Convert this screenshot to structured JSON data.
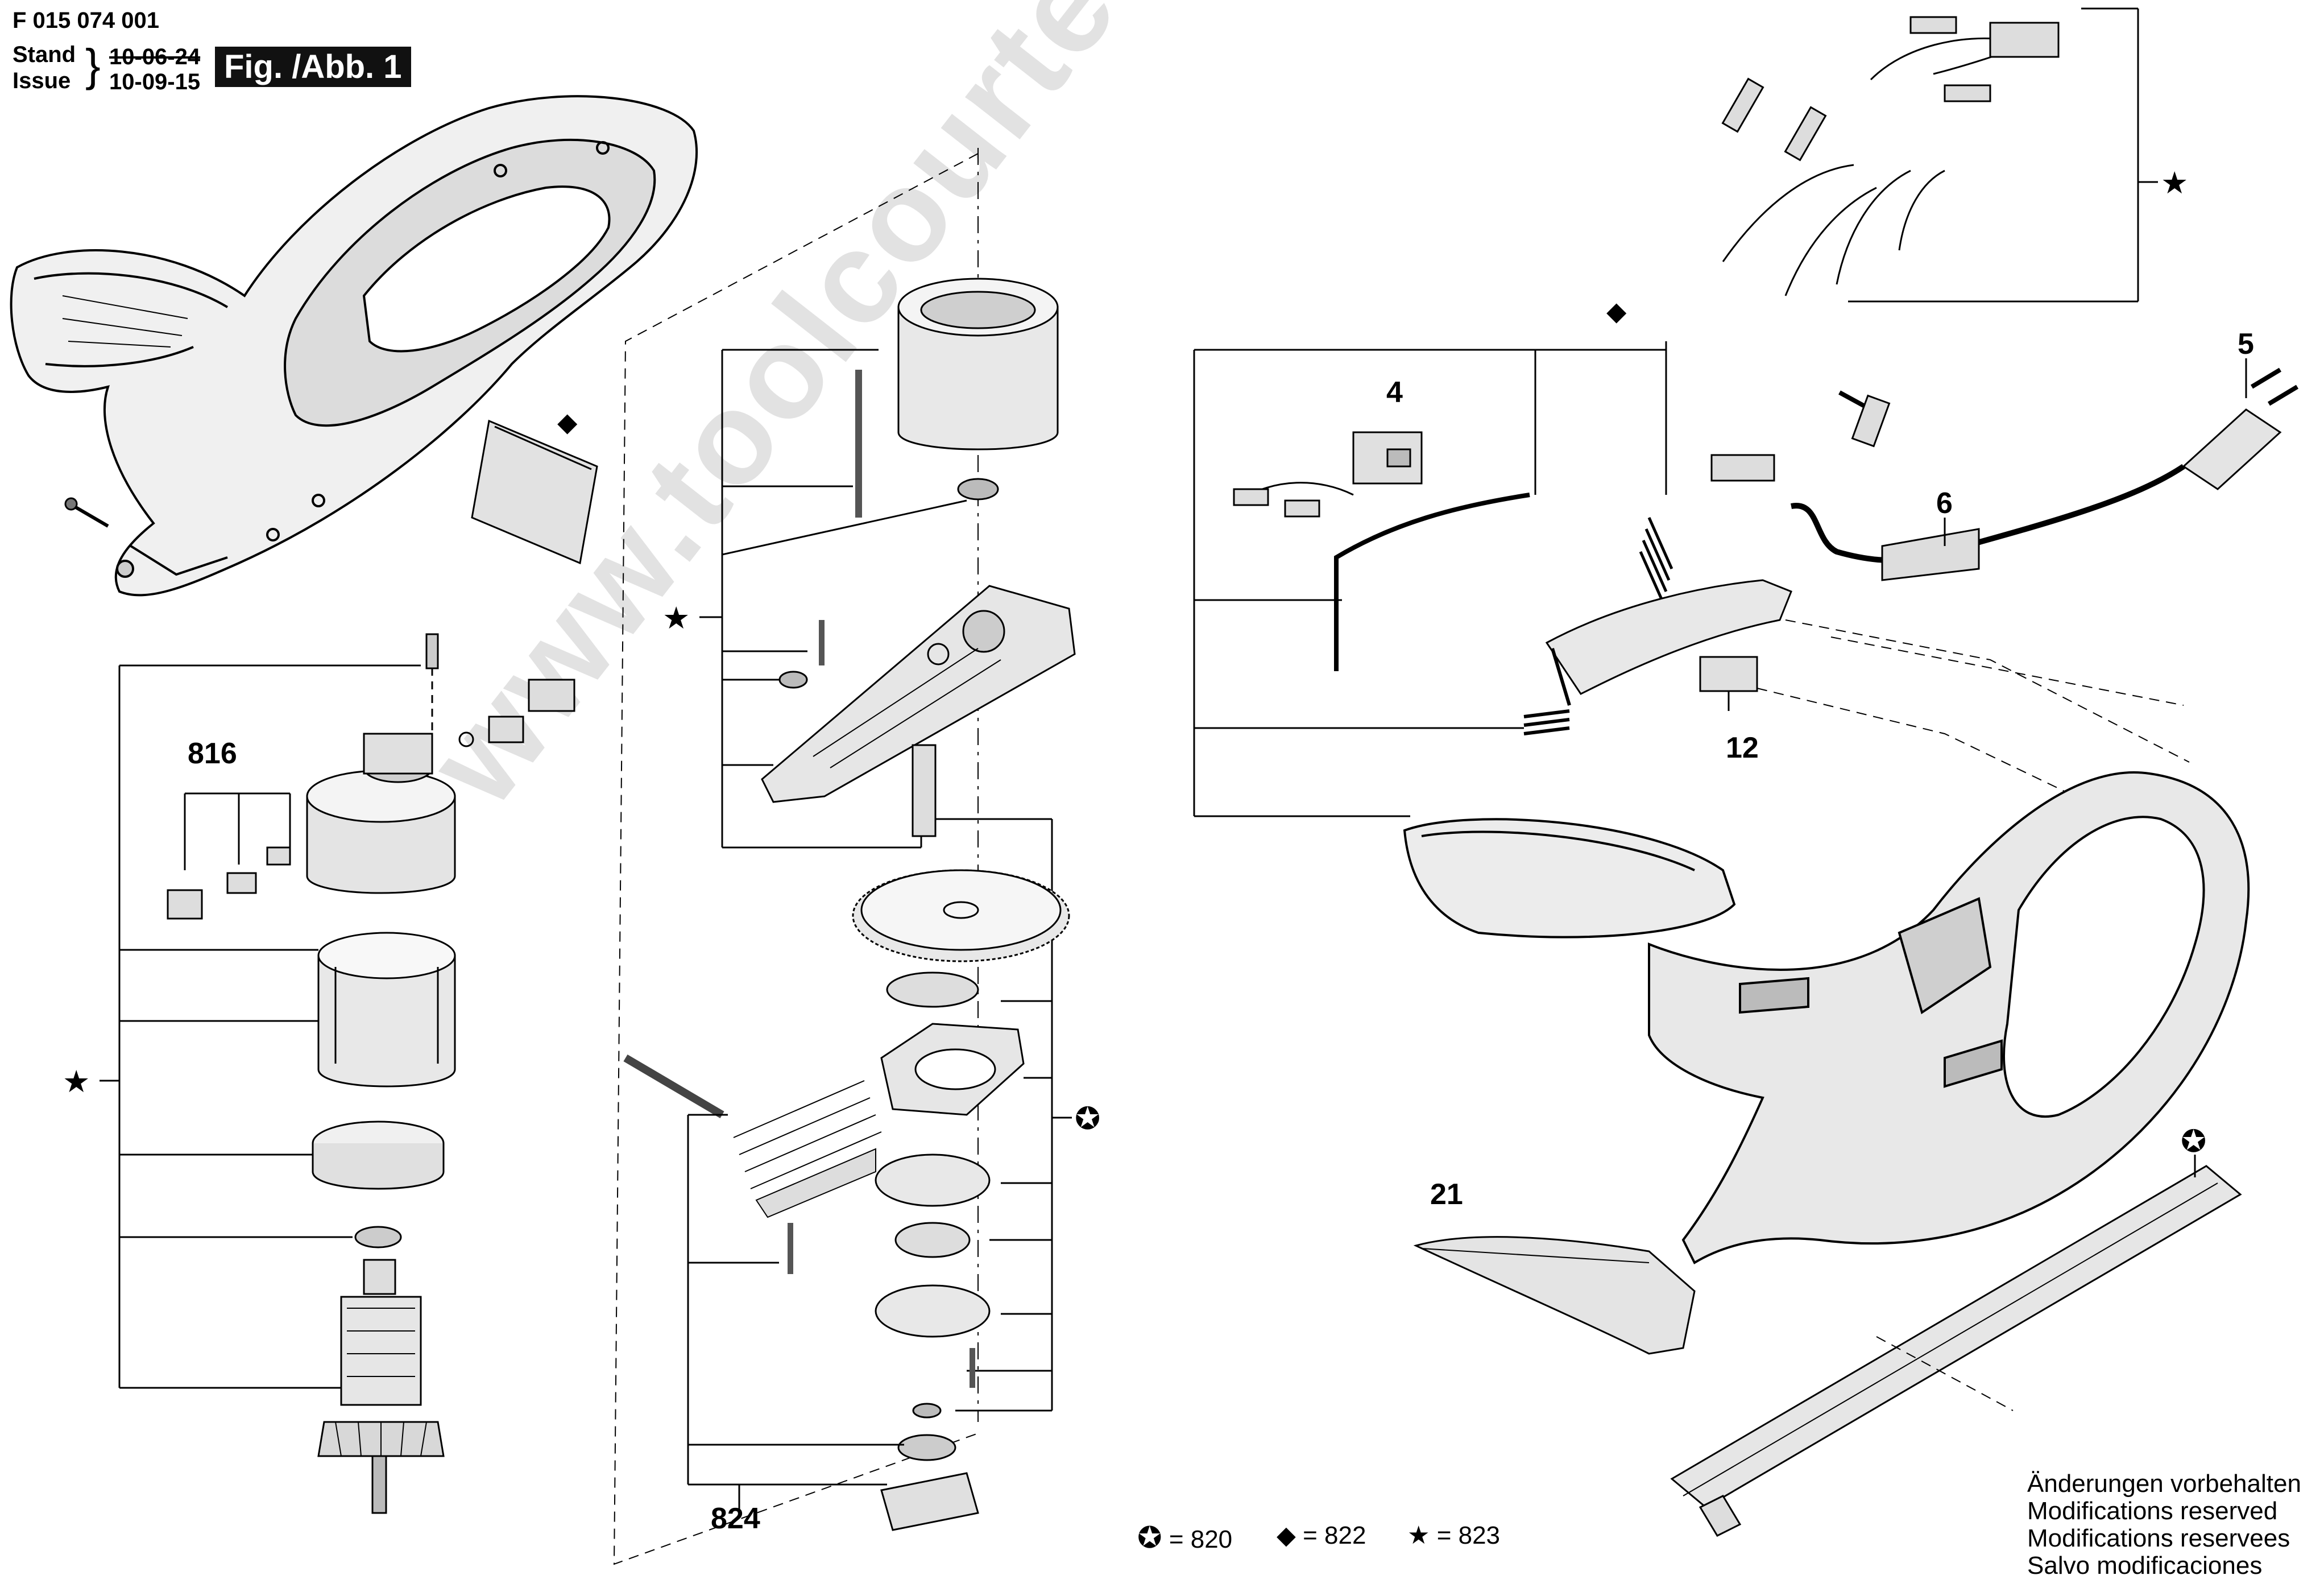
{
  "header": {
    "doc_number": "F 015 074 001",
    "stand_label": "Stand",
    "issue_label": "Issue",
    "stand_date": "10-06-24",
    "issue_date": "10-09-15",
    "figure_label": "Fig. /Abb. 1"
  },
  "part_numbers": {
    "p816": "816",
    "p824": "824",
    "p4": "4",
    "p5": "5",
    "p6": "6",
    "p12": "12",
    "p21": "21"
  },
  "symbols": {
    "star": "★",
    "diamond": "◆",
    "circle_star": "✪"
  },
  "legend": {
    "circle_star_text": "= 820",
    "diamond_text": "= 822",
    "star_text": "= 823"
  },
  "notes": [
    "Änderungen vorbehalten",
    "Modifications reserved",
    "Modifications reservees",
    "Salvo modificaciones"
  ],
  "watermark": "www.toolcourtes..com",
  "colors": {
    "line": "#000000",
    "part_fill": "#e6e6e6",
    "part_shade": "#a8a8a8"
  }
}
